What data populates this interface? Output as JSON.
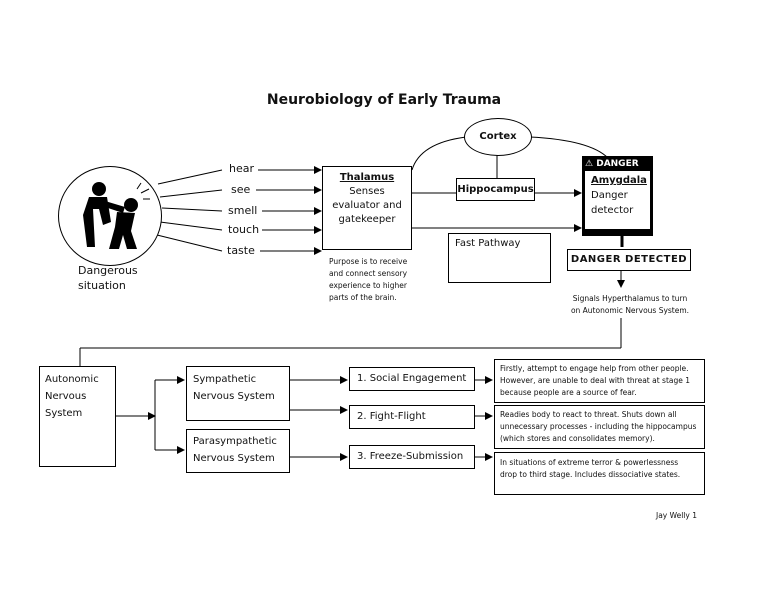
{
  "title": "Neurobiology of Early Trauma",
  "situation": {
    "label_line1": "Dangerous",
    "label_line2": "situation"
  },
  "senses": [
    "hear",
    "see",
    "smell",
    "touch",
    "taste"
  ],
  "thalamus": {
    "heading": "Thalamus",
    "line1": "Senses",
    "line2": "evaluator and",
    "line3": "gatekeeper",
    "purpose": [
      "Purpose is to receive",
      "and connect sensory",
      "experience to higher",
      "parts of the brain."
    ]
  },
  "cortex": "Cortex",
  "hippocampus": "Hippocampus",
  "fast_pathway": "Fast Pathway",
  "amygdala": {
    "sign_label": "DANGER",
    "heading": "Amygdala",
    "line1": "Danger",
    "line2": "detector"
  },
  "danger_detected": "DANGER DETECTED",
  "signals": [
    "Signals Hyperthalamus to turn",
    "on Autonomic Nervous System."
  ],
  "ans": {
    "line1": "Autonomic",
    "line2": "Nervous",
    "line3": "System"
  },
  "sympathetic": {
    "line1": "Sympathetic",
    "line2": "Nervous System"
  },
  "parasympathetic": {
    "line1": "Parasympathetic",
    "line2": "Nervous System"
  },
  "stages": [
    "1. Social Engagement",
    "2. Fight-Flight",
    "3. Freeze-Submission"
  ],
  "descriptions": [
    [
      "Firstly, attempt to engage help from other people.",
      "However, are unable to deal with threat at stage 1",
      "because people are a source of fear."
    ],
    [
      "Readies body to react to threat. Shuts down all",
      "unnecessary processes - including the hippocampus",
      "(which stores and consolidates memory)."
    ],
    [
      "In situations of extreme terror & powerlessness",
      "drop to third stage. Includes dissociative states."
    ]
  ],
  "footer": "Jay Welly 1"
}
